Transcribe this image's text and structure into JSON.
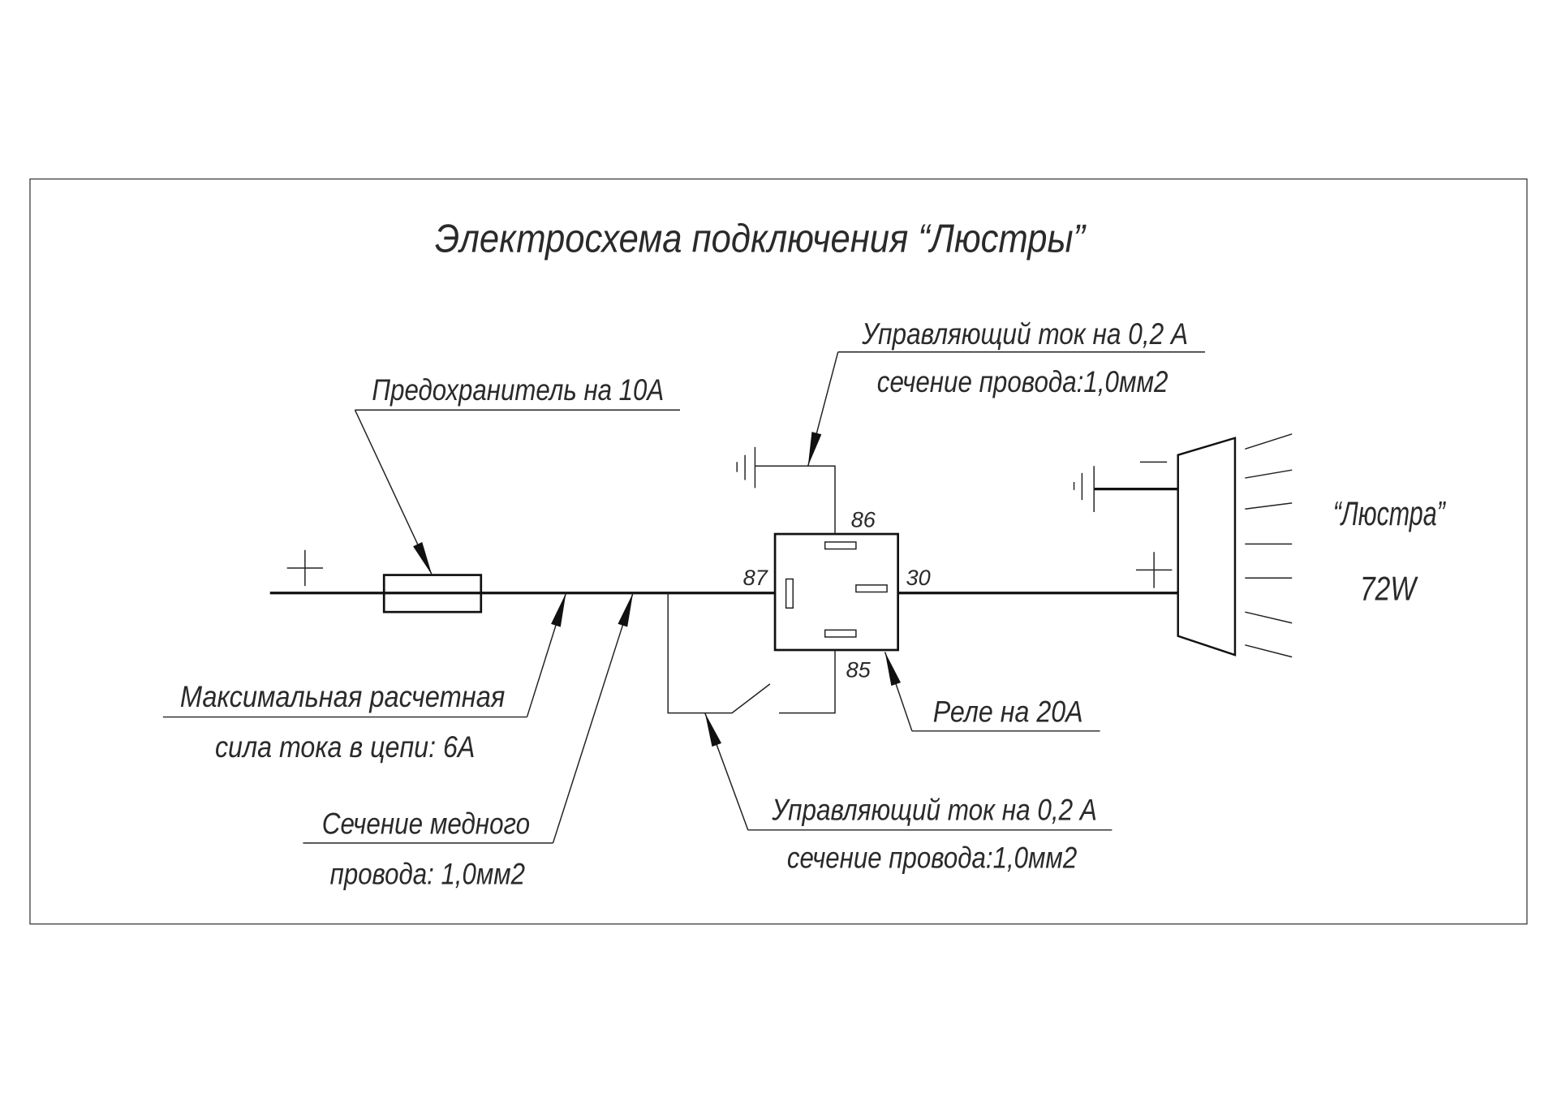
{
  "title": "Электросхема подключения “Люстры”",
  "power": {
    "plus_sign": "+",
    "minus_sign": "−"
  },
  "fuse": {
    "label": "Предохранитель на 10А"
  },
  "max_current": {
    "line1": "Максимальная расчетная",
    "line2": "сила тока в цепи: 6А"
  },
  "wire_section": {
    "line1": "Сечение медного",
    "line2": "провода: 1,0мм2"
  },
  "control_top": {
    "line1": "Управляющий ток на 0,2 А",
    "line2": "сечение провода:1,0мм2"
  },
  "control_bottom": {
    "line1": "Управляющий ток на 0,2 А",
    "line2": "сечение провода:1,0мм2"
  },
  "relay": {
    "label": "Реле на 20А",
    "pins": {
      "p86": "86",
      "p87": "87",
      "p30": "30",
      "p85": "85"
    }
  },
  "lamp": {
    "name": "“Люстра”",
    "power": "72W"
  }
}
